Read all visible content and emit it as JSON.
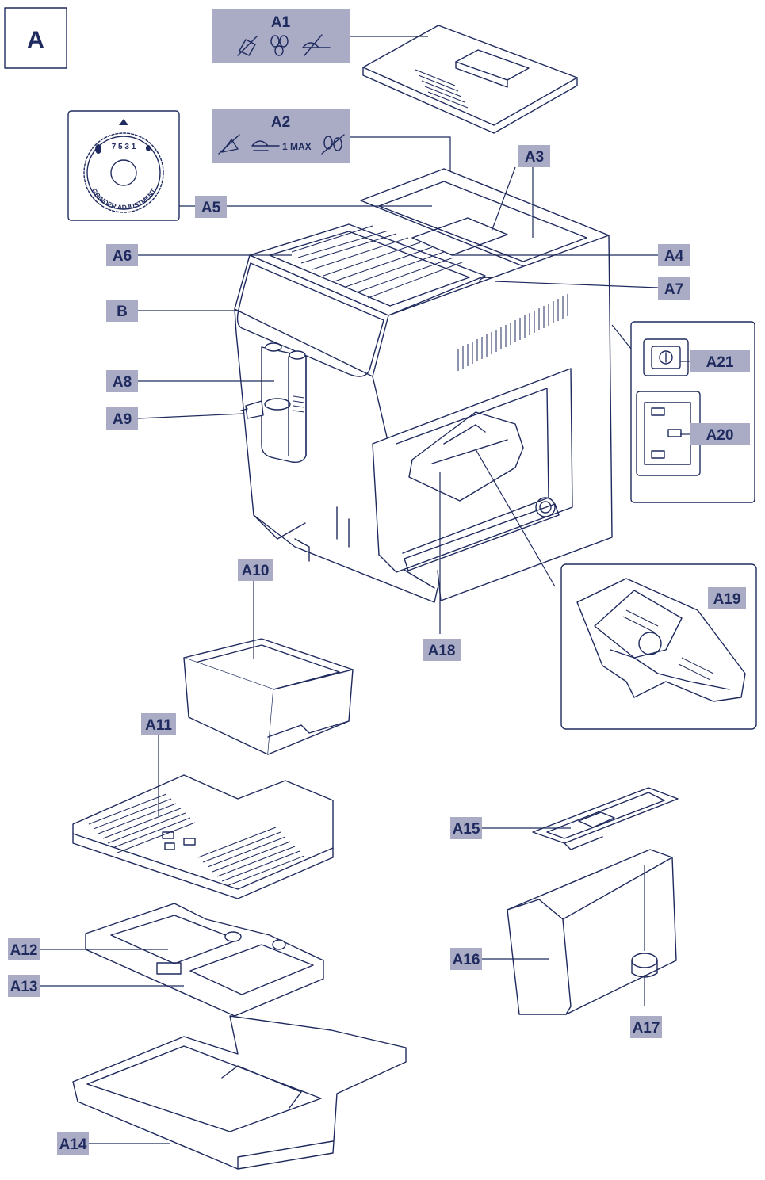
{
  "figure": {
    "id": "A",
    "parts": {
      "a1": "A1",
      "a2": "A2",
      "a3": "A3",
      "a4": "A4",
      "a5": "A5",
      "a6": "A6",
      "a7": "A7",
      "b": "B",
      "a8": "A8",
      "a9": "A9",
      "a10": "A10",
      "a11": "A11",
      "a12": "A12",
      "a13": "A13",
      "a14": "A14",
      "a15": "A15",
      "a16": "A16",
      "a17": "A17",
      "a18": "A18",
      "a19": "A19",
      "a20": "A20",
      "a21": "A21"
    },
    "dial": {
      "caption": "GRINDER ADJUSTMENT",
      "scale": "7 5 3 1"
    },
    "a2_dose": "1 MAX"
  },
  "colors": {
    "line": "#1f2a5e",
    "label_fill": "#a9acc4",
    "background": "#ffffff"
  },
  "icons": [
    "no-coffee-powder-icon",
    "coffee-beans-icon",
    "no-scoop-icon",
    "scoop-icon",
    "no-beans-icon",
    "triangle-marker-icon",
    "power-button-icon",
    "power-socket-icon"
  ]
}
